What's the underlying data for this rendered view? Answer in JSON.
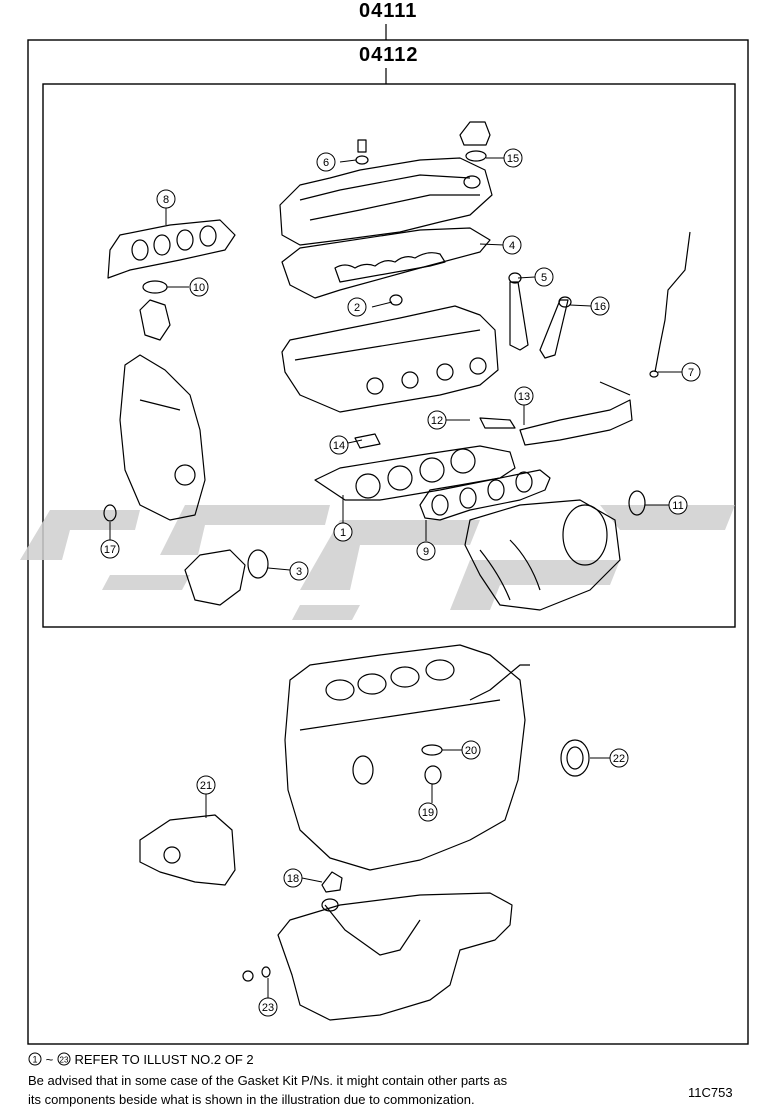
{
  "outer_label": "04111",
  "inner_label": "04112",
  "callouts": [
    "1",
    "2",
    "3",
    "4",
    "5",
    "6",
    "7",
    "8",
    "9",
    "10",
    "11",
    "12",
    "13",
    "14",
    "15",
    "16",
    "17",
    "18",
    "19",
    "20",
    "21",
    "22",
    "23"
  ],
  "notes": {
    "line1_text": "REFER TO ILLUST NO.2 OF 2",
    "line1_range_start": "1",
    "line1_range_end": "23",
    "line2": "Be advised that in some case of the Gasket Kit P/Ns.  it might contain other parts as",
    "line3": "its components beside what is shown in the illustration due to commonization."
  },
  "figure_code": "11C753",
  "colors": {
    "line": "#000000",
    "watermark": "#cfcfcf",
    "background": "#ffffff"
  }
}
